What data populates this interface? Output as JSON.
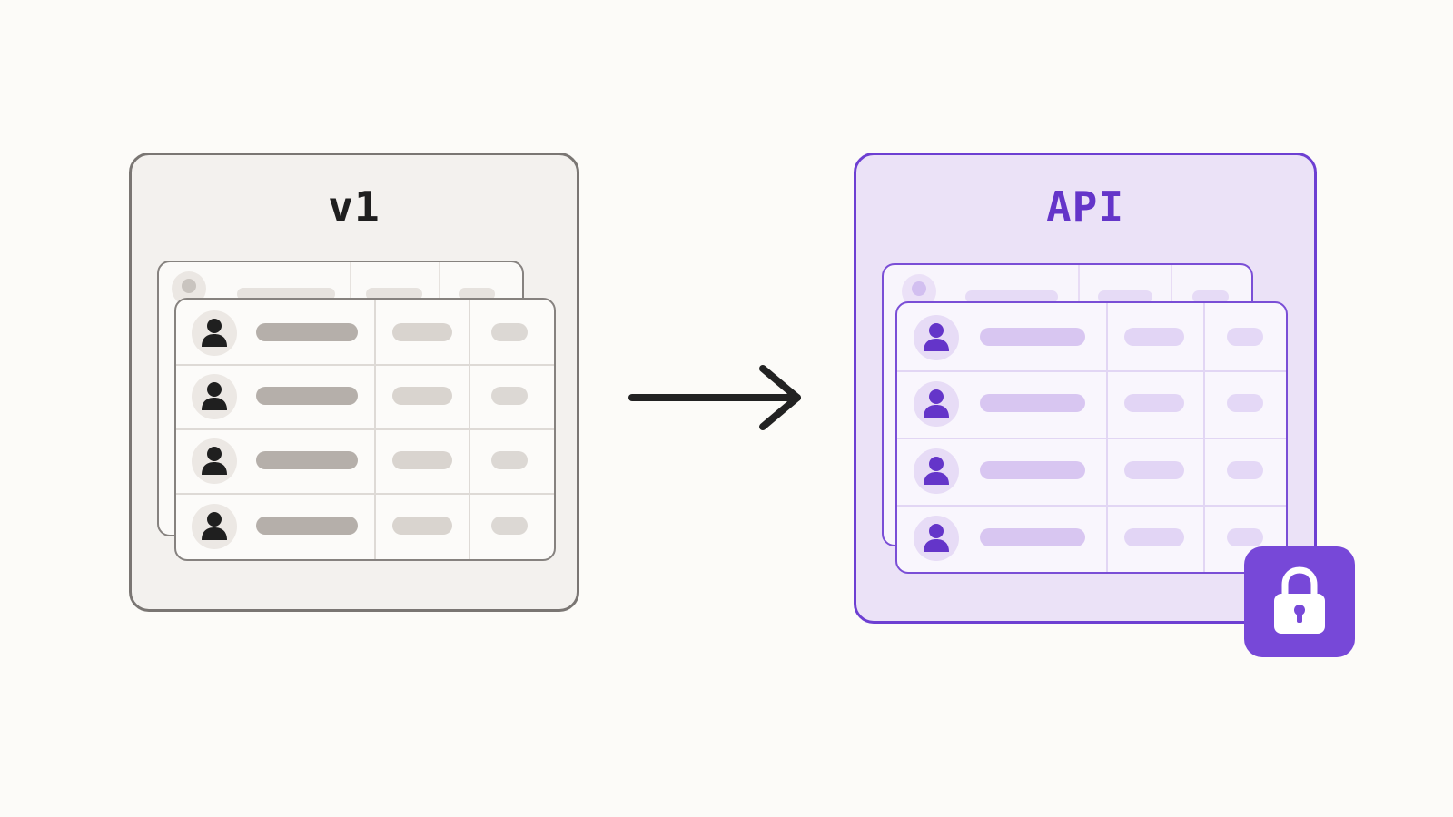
{
  "panels": {
    "left": {
      "title": "v1",
      "border_color": "#7a7673",
      "fill": "#f3f1ee",
      "icon_color": "#1f1f1f"
    },
    "right": {
      "title": "API",
      "border_color": "#6d3fd2",
      "fill": "#ebe2f7",
      "icon_color": "#6435c9"
    }
  },
  "table": {
    "rows": 4,
    "columns": 3,
    "row_icon": "user-icon"
  },
  "connector": {
    "icon": "arrow-right-icon",
    "color": "#222222"
  },
  "badge": {
    "icon": "lock-icon",
    "fill": "#7748d8"
  }
}
